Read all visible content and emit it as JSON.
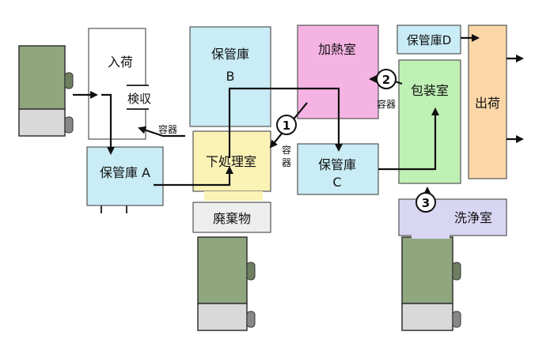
{
  "rooms": {
    "receiving": "入荷",
    "inspection": "検収",
    "storage_a": "保管庫 A",
    "storage_b_line1": "保管庫",
    "storage_b_line2": "B",
    "prep_room": "下処理室",
    "waste": "廃棄物",
    "heating_room": "加熱室",
    "storage_c_line1": "保管庫",
    "storage_c_line2": "C",
    "storage_d": "保管庫D",
    "packaging_room": "包装室",
    "shipping": "出荷",
    "washing_room": "洗浄室"
  },
  "labels": {
    "container_left": "容器",
    "container_mid_top": "容",
    "container_mid_bottom": "器",
    "container_right": "容器"
  },
  "markers": {
    "m1": "1",
    "m2": "2",
    "m3": "3"
  },
  "colors": {
    "storage": "#c9ecf6",
    "prep": "#fbf3b6",
    "heating": "#f5b3e3",
    "packaging": "#bff0b4",
    "shipping": "#fbd7a8",
    "washing": "#d8d6f2",
    "waste": "#eeeeee",
    "truck_box": "#8fa67f",
    "truck_cab": "#d9d9d9"
  }
}
